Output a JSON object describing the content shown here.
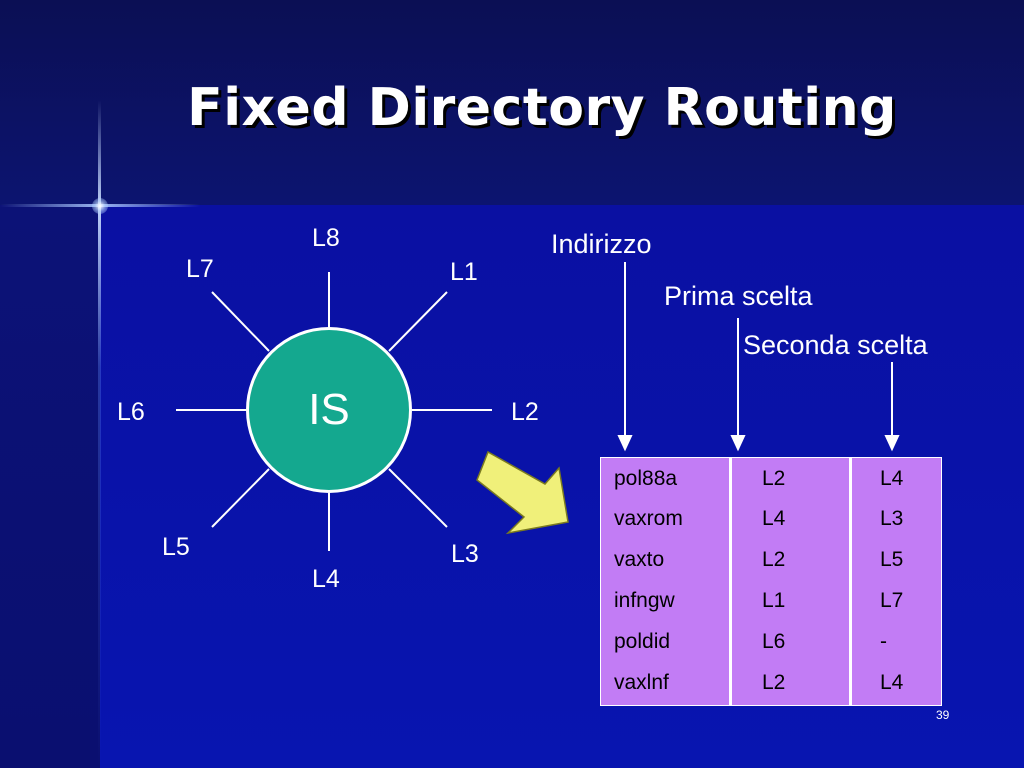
{
  "title": "Fixed Directory Routing",
  "hub": {
    "label": "IS",
    "color": "#14a88f"
  },
  "lines": [
    {
      "id": "L1",
      "label": "L1"
    },
    {
      "id": "L2",
      "label": "L2"
    },
    {
      "id": "L3",
      "label": "L3"
    },
    {
      "id": "L4",
      "label": "L4"
    },
    {
      "id": "L5",
      "label": "L5"
    },
    {
      "id": "L6",
      "label": "L6"
    },
    {
      "id": "L7",
      "label": "L7"
    },
    {
      "id": "L8",
      "label": "L8"
    }
  ],
  "headers": {
    "address": "Indirizzo",
    "first_choice": "Prima scelta",
    "second_choice": "Seconda scelta"
  },
  "table": {
    "rows": [
      {
        "address": "pol88a",
        "first": "L2",
        "second": "L4"
      },
      {
        "address": "vaxrom",
        "first": "L4",
        "second": "L3"
      },
      {
        "address": "vaxto",
        "first": "L2",
        "second": "L5"
      },
      {
        "address": "infngw",
        "first": "L1",
        "second": "L7"
      },
      {
        "address": "poldid",
        "first": "L6",
        "second": "-"
      },
      {
        "address": "vaxlnf",
        "first": "L2",
        "second": "L4"
      }
    ],
    "background": "#c27cf5"
  },
  "arrow_color": "#f0f07a",
  "page_number": "39"
}
